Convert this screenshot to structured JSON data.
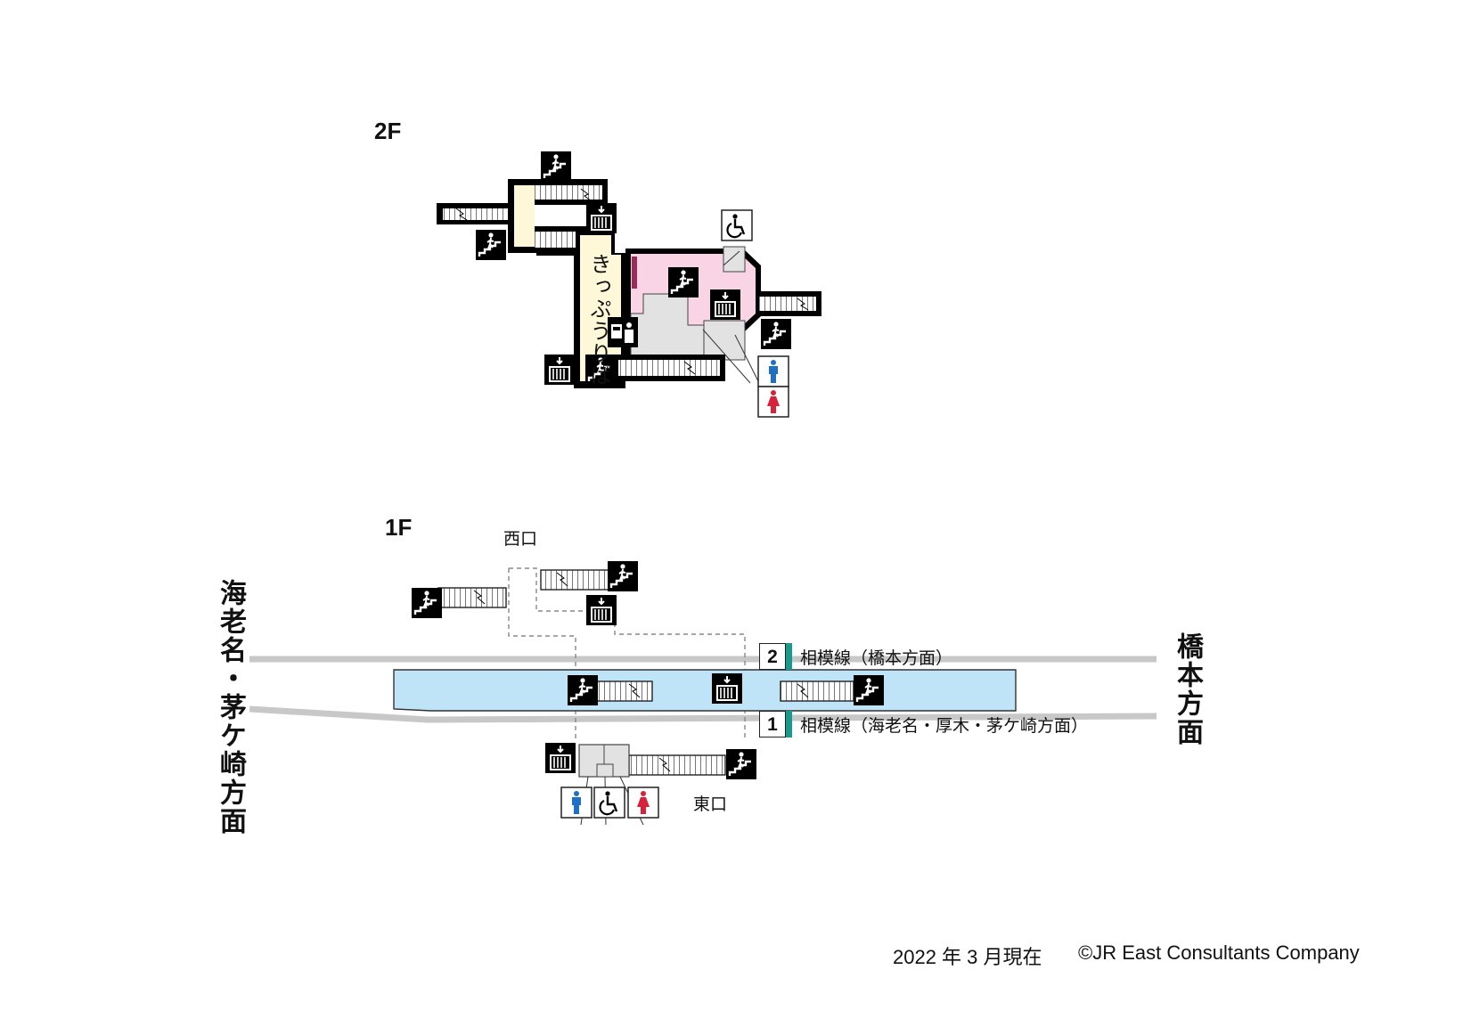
{
  "floors": {
    "upper": "2F",
    "lower": "1F"
  },
  "ticket_area": "きっぷうりば",
  "exits": {
    "west": "西口",
    "east": "東口"
  },
  "directions": {
    "left": "海老名・茅ケ崎方面",
    "right": "橋本方面"
  },
  "tracks": [
    {
      "number": "2",
      "label": "相模線（橋本方面）"
    },
    {
      "number": "1",
      "label": "相模線（海老名・厚木・茅ケ崎方面）"
    }
  ],
  "footer": {
    "date": "2022 年 3 月現在",
    "copyright": "©JR East Consultants Company"
  },
  "colors": {
    "concourse": "#fff8d8",
    "gate_area": "#f8d4e4",
    "platform": "#bfe3f7",
    "track_bar": "#1a9a8c",
    "men": "#1f6fc4",
    "women": "#d6233b",
    "rail": "#c8c8c8",
    "room": "#e2e2e2"
  },
  "icons": [
    "stairs-up-icon",
    "stairs-down-icon",
    "elevator-icon",
    "wheelchair-icon",
    "men-toilet-icon",
    "women-toilet-icon",
    "ticket-machine-icon"
  ]
}
